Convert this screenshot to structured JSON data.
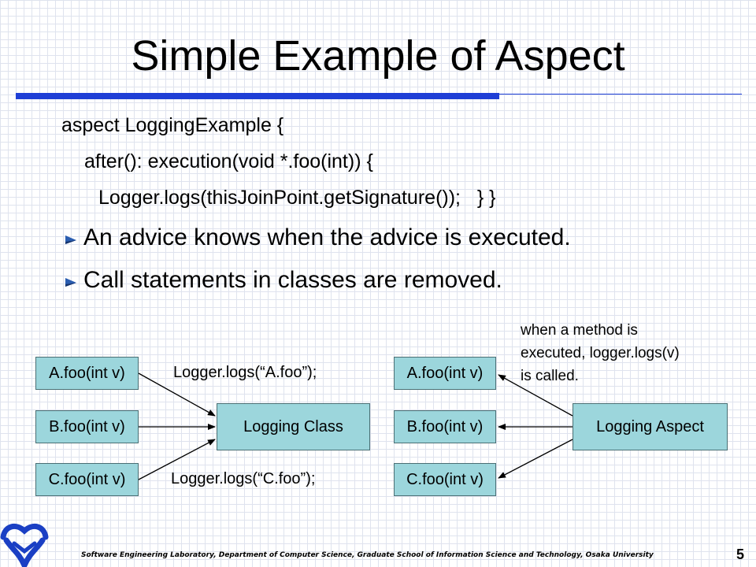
{
  "slide": {
    "title": "Simple Example of Aspect",
    "code_lines": [
      "aspect LoggingExample {",
      "after(): execution(void *.foo(int)) {",
      "Logger.logs(thisJoinPoint.getSignature());   } }"
    ],
    "bullets": [
      "An advice knows when the advice is executed.",
      "Call statements in classes are removed."
    ]
  },
  "diagram_left": {
    "methods": [
      "A.foo(int v)",
      "B.foo(int v)",
      "C.foo(int v)"
    ],
    "target": "Logging Class",
    "call_top": "Logger.logs(“A.foo”);",
    "call_bottom": "Logger.logs(“C.foo”);"
  },
  "diagram_right": {
    "methods": [
      "A.foo(int v)",
      "B.foo(int v)",
      "C.foo(int v)"
    ],
    "source": "Logging Aspect",
    "note": "when a method is\nexecuted, logger.logs(v)\nis called."
  },
  "footer": {
    "text": "Software Engineering Laboratory, Department of Computer Science, Graduate School of Information Science and Technology, Osaka University",
    "page_number": "5"
  },
  "colors": {
    "rule": "#1f3fd6",
    "box_fill": "#9cd6dc",
    "bullet": "#2a5db0",
    "logo": "#1a3fc4"
  },
  "icons": [
    "bullet-arrow-icon",
    "university-logo-icon"
  ]
}
